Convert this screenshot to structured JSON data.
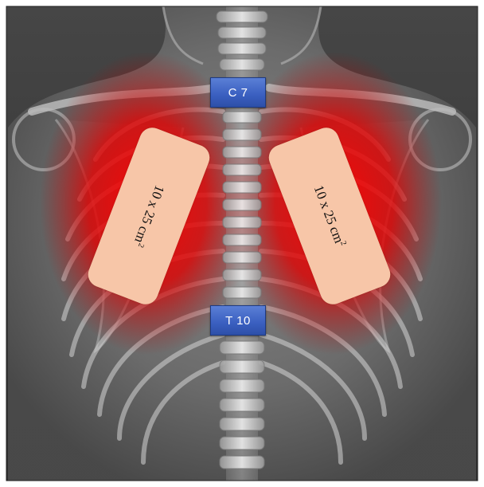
{
  "labels": {
    "upper_vertebra": "C 7",
    "lower_vertebra": "T 10"
  },
  "pads": {
    "left": {
      "size": "10 x 25 cm",
      "exponent": "2"
    },
    "right": {
      "size": "10 x 25 cm",
      "exponent": "2"
    }
  },
  "colors": {
    "heat_glow": "#ff0000",
    "pad_fill": "#f7c6a8",
    "label_blue": "#3a5fc0",
    "xray_background": "#3c3c3c"
  }
}
